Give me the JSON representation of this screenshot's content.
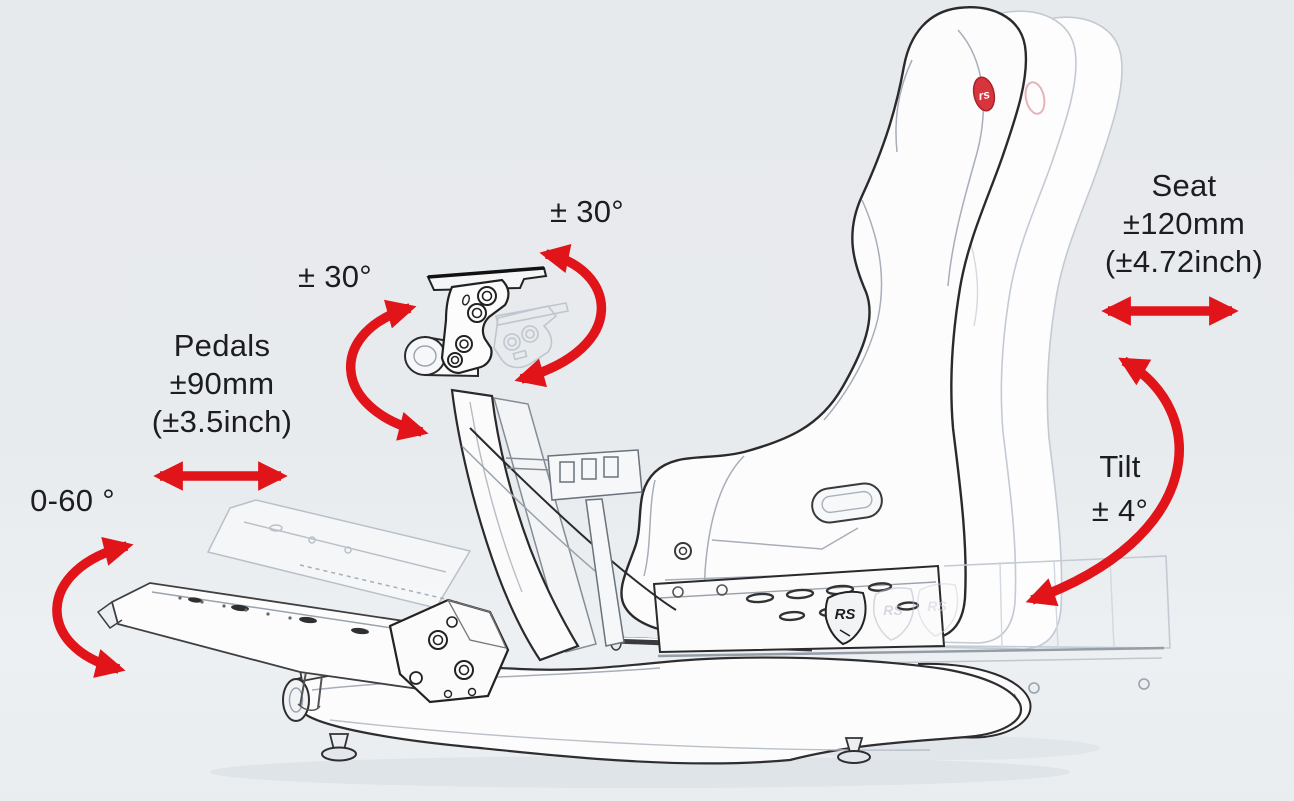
{
  "scene": {
    "description": "Side-view line drawing of a racing simulator cockpit (seat, wheel mount, pedals, base frame) with red adjustment-range annotations"
  },
  "palette": {
    "background": "#e8ebee",
    "arrow_red": "#e01419",
    "ink": "#1d1d1f",
    "ghost": "#c3cad3"
  },
  "annotations": {
    "wheel_rotation_top": {
      "label": "± 30°",
      "arrow": "curved-double"
    },
    "wheel_rotation_front": {
      "label": "± 30°",
      "arrow": "curved-double"
    },
    "pedals_travel": {
      "title": "Pedals",
      "metric": "±90mm",
      "imperial": "(±3.5inch)",
      "arrow": "horizontal-double"
    },
    "pedal_angle": {
      "label": "0-60 °",
      "arrow": "curved-double"
    },
    "seat_travel": {
      "title": "Seat",
      "metric": "±120mm",
      "imperial": "(±4.72inch)",
      "arrow": "horizontal-double"
    },
    "seat_tilt": {
      "title": "Tilt",
      "value": "± 4°",
      "arrow": "curved-double"
    }
  },
  "logos": {
    "headrest": "rs",
    "base_plate": "RS"
  }
}
